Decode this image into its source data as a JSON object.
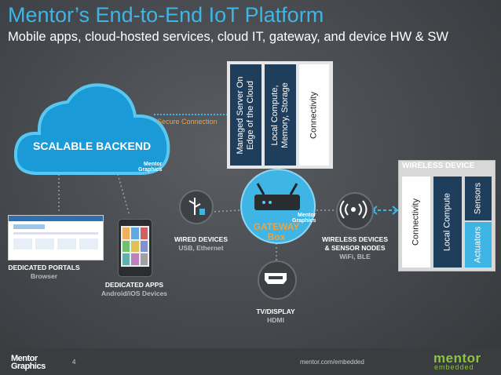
{
  "header": {
    "title": "Mentor’s End-to-End IoT Platform",
    "subtitle": "Mobile apps, cloud-hosted services, cloud IT, gateway, and device HW & SW"
  },
  "cloud": {
    "label": "SCALABLE BACKEND",
    "logo_line1": "Mentor",
    "logo_line2": "Graphics",
    "secure_connection": "Secure Connection"
  },
  "gateway_stack": {
    "items": [
      {
        "label": "Managed Server On Edge of the Cloud",
        "line1": "Managed Server On",
        "line2": "Edge of the Cloud"
      },
      {
        "label": "Local Compute, Memory, Storage",
        "line1": "Local Compute,",
        "line2": "Memory, Storage"
      },
      {
        "label": "Connectivity",
        "line1": "Connectivity",
        "line2": ""
      }
    ]
  },
  "gateway": {
    "line1": "GATEWAY",
    "line2": "Box",
    "logo_line1": "Mentor",
    "logo_line2": "Graphics"
  },
  "wired_devices": {
    "title": "WIRED DEVICES",
    "subtitle": "USB, Ethernet"
  },
  "wireless_nodes": {
    "title1": "WIRELESS DEVICES",
    "title2": "& SENSOR NODES",
    "subtitle": "WiFi, BLE"
  },
  "tv_display": {
    "title": "TV/DISPLAY",
    "subtitle": "HDMI"
  },
  "portals": {
    "title": "DEDICATED PORTALS",
    "subtitle": "Browser"
  },
  "apps": {
    "title": "DEDICATED APPS",
    "subtitle": "Android/iOS Devices"
  },
  "wireless_device": {
    "title": "WIRELESS DEVICE",
    "connectivity": "Connectivity",
    "local_compute": "Local Compute",
    "sensors": "Sensors",
    "actuators": "Actuators"
  },
  "footer": {
    "page_number": "4",
    "url": "mentor.com/embedded",
    "logo_left_1": "Mentor",
    "logo_left_2": "Graphics",
    "logo_right_1": "mentor",
    "logo_right_2": "embedded"
  },
  "colors": {
    "accent": "#3fb5e5",
    "navy": "#1f3e5c",
    "orange": "#f2a23a",
    "gateway_text": "#f2a23a"
  }
}
